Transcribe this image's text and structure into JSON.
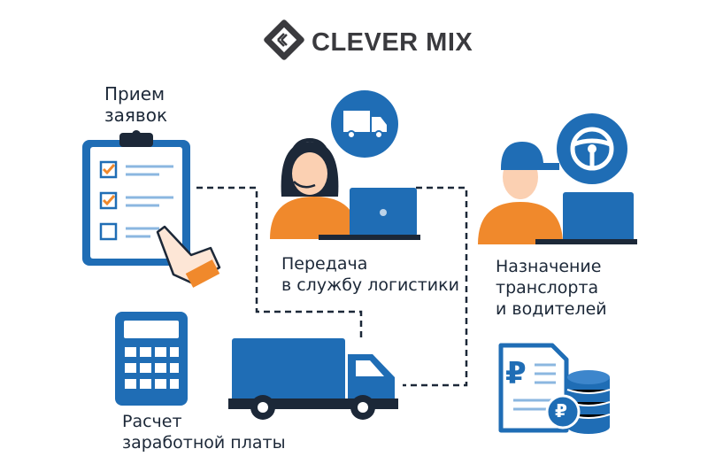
{
  "brand": {
    "name": "CLEVER MIX"
  },
  "steps": {
    "intake": {
      "line1": "Прием",
      "line2": "заявок"
    },
    "logistics": {
      "line1": "Передача",
      "line2": "в службу логистики"
    },
    "assignment": {
      "line1": "Назначение",
      "line2": "транслорта",
      "line3": "и водителей"
    },
    "payroll": {
      "line1": "Расчет",
      "line2": "заработной платы"
    }
  },
  "icons": {
    "currency_symbol": "₽"
  },
  "colors": {
    "blue": "#1f6db5",
    "navy": "#1c2838",
    "orange": "#f0892c",
    "light": "#e6f0fa"
  }
}
